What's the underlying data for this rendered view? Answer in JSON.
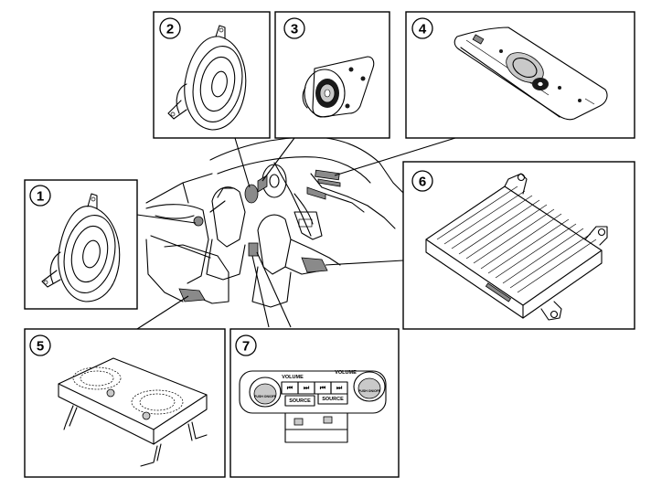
{
  "callouts": [
    {
      "id": "1",
      "label": "1"
    },
    {
      "id": "2",
      "label": "2"
    },
    {
      "id": "3",
      "label": "3"
    },
    {
      "id": "4",
      "label": "4"
    },
    {
      "id": "5",
      "label": "5"
    },
    {
      "id": "6",
      "label": "6"
    },
    {
      "id": "7",
      "label": "7"
    }
  ],
  "control_panel": {
    "volume_left": "VOLUME",
    "volume_right": "VOLUME",
    "source_left": "SOURCE",
    "source_right": "SOURCE",
    "knob_left": "PUSH ON/OFF",
    "knob_right": "PUSH ON/OFF",
    "prev_symbol": "⏮",
    "next_symbol": "⏭"
  }
}
